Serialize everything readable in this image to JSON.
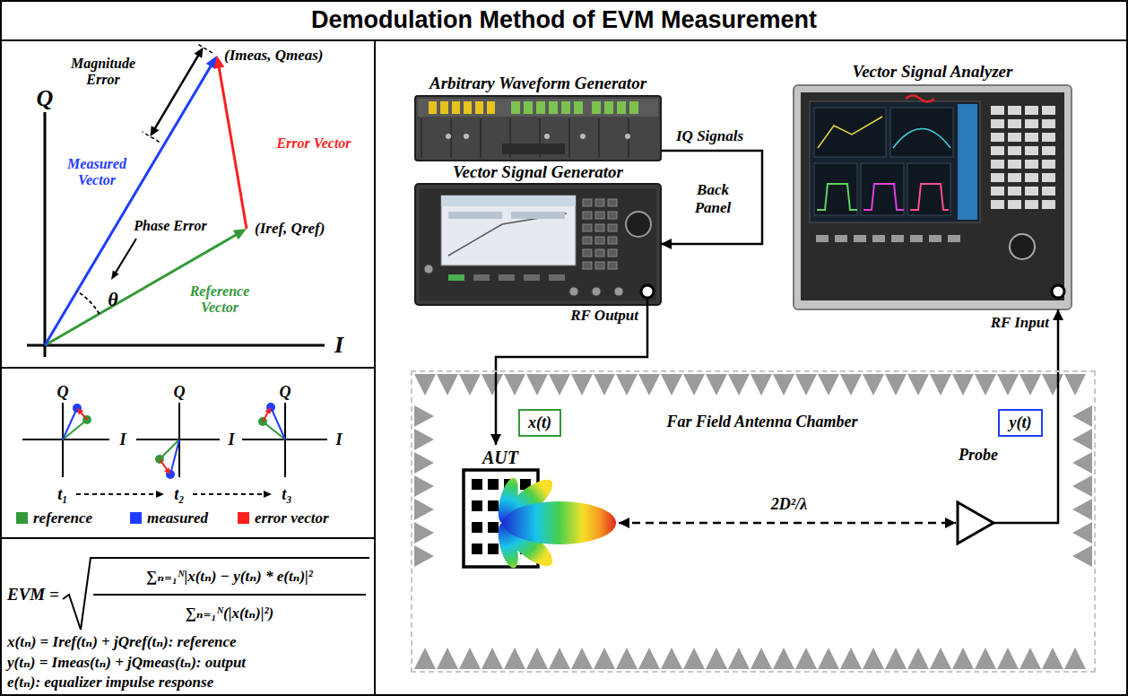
{
  "diagram": {
    "title": "Demodulation Method of EVM Measurement",
    "nodes": [
      {
        "text": [
          "Arbitrary Waveform Generator"
        ]
      },
      {
        "text": [
          "Vector Signal Generator"
        ]
      },
      {
        "text": [
          "Vector Signal Analyzer"
        ]
      },
      {
        "text": [
          "Far Field Antenna Chamber"
        ]
      },
      {
        "text": [
          "x(t)"
        ],
        "in": 3
      },
      {
        "text": [
          "AUT"
        ],
        "in": 3
      },
      {
        "text": [
          "y(t)"
        ],
        "in": 3
      },
      {
        "text": [
          "Probe"
        ],
        "in": 3
      }
    ],
    "edges": [
      {
        "from": 0,
        "to": 1,
        "arrow": "to",
        "label": "IQ Signals"
      },
      {
        "from": 1,
        "to": 5,
        "arrow": "to"
      },
      {
        "from": 5,
        "to": 7,
        "arrow": "both",
        "label": "2D²/λ"
      },
      {
        "from": 7,
        "to": 2,
        "arrow": "to"
      }
    ],
    "labels": [
      "Magnitude Error",
      "(Imeas, Qmeas)",
      "Q",
      "Error Vector",
      "Measured Vector",
      "Phase Error",
      "(Iref, Qref)",
      "θ",
      "Reference Vector",
      "I",
      "Q",
      "I",
      "Q",
      "I",
      "Q",
      "I",
      "t₁",
      "t₂",
      "t₃",
      "EVM =",
      "∑ₙ₌₁ᴺ|x(tₙ) − y(tₙ) * e(tₙ)|²",
      "∑ₙ₌₁ᴺ(|x(tₙ)|²)",
      "x(tₙ) = Iref(tₙ) + jQref(tₙ): reference",
      "y(tₙ) = Imeas(tₙ) + jQmeas(tₙ): output",
      "e(tₙ): equalizer impulse response",
      "Back Panel",
      "RF Output",
      "RF Input"
    ],
    "legend": [
      {
        "text": "reference",
        "color": "#33993a"
      },
      {
        "text": "measured",
        "color": "#1f3dff"
      },
      {
        "text": "error vector",
        "color": "#ff1f1f"
      }
    ]
  }
}
